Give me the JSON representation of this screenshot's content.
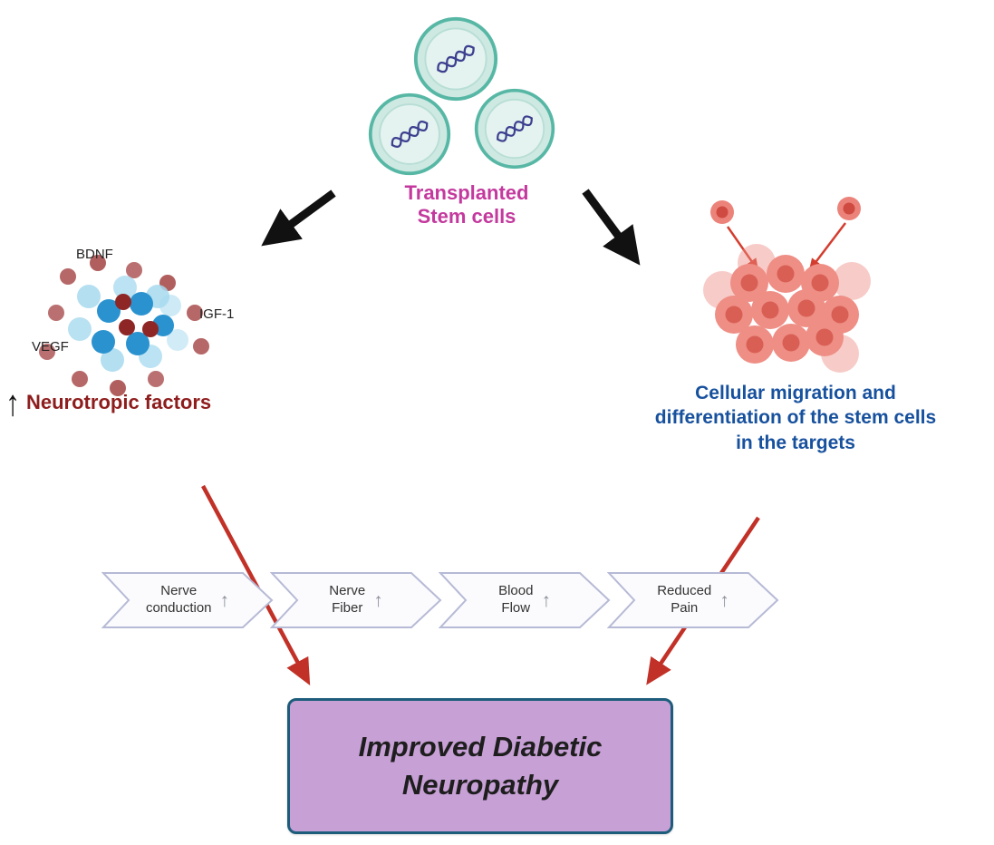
{
  "stem_cells": {
    "label": "Transplanted\nStem cells"
  },
  "factors": {
    "bdnf": "BDNF",
    "igf1": "IGF-1",
    "vegf": "VEGF",
    "caption": "Neurotropic factors"
  },
  "migration": {
    "caption": "Cellular migration and\ndifferentiation of the stem cells\nin the targets"
  },
  "process": {
    "steps": [
      {
        "label": "Nerve\nconduction"
      },
      {
        "label": "Nerve\nFiber"
      },
      {
        "label": "Blood\nFlow"
      },
      {
        "label": "Reduced\nPain"
      }
    ]
  },
  "outcome": {
    "label": "Improved Diabetic\nNeuropathy"
  },
  "icons": {
    "up_arrow": "↑"
  },
  "colors": {
    "stem_label": "#c4399e",
    "factors_caption": "#8e1d1d",
    "migration_caption": "#17519e",
    "outcome_bg": "#c7a0d6",
    "outcome_border": "#1d5d7b",
    "red_arrow": "#c23127",
    "black_arrow": "#111111"
  }
}
